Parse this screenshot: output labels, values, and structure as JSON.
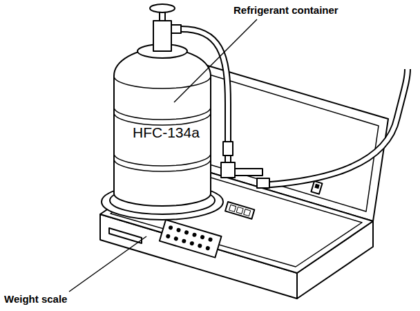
{
  "diagram": {
    "labels": [
      "Refrigerant container",
      "HFC-134a",
      "Weight scale"
    ]
  }
}
